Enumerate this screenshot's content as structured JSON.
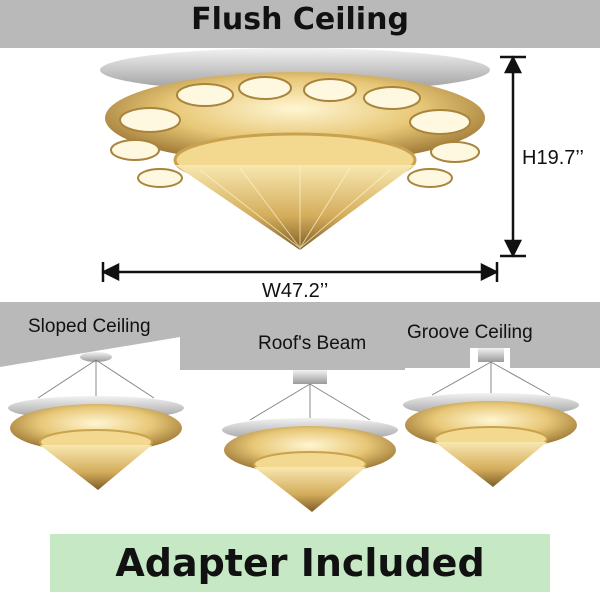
{
  "top": {
    "title": "Flush Ceiling"
  },
  "dimensions": {
    "height": "H19.7’’",
    "width": "W47.2’’"
  },
  "installations": [
    {
      "label": "Sloped Ceiling"
    },
    {
      "label": "Roof's Beam"
    },
    {
      "label": "Groove Ceiling"
    }
  ],
  "banner": {
    "text": "Adapter Included"
  },
  "colors": {
    "ceiling": "#b9b9b9",
    "chrome": "#cfcfcf",
    "crystal_light": "#f6e3a8",
    "crystal_mid": "#d9b868",
    "crystal_dark": "#8a6a2e",
    "banner_bg": "#c6e8c4"
  }
}
